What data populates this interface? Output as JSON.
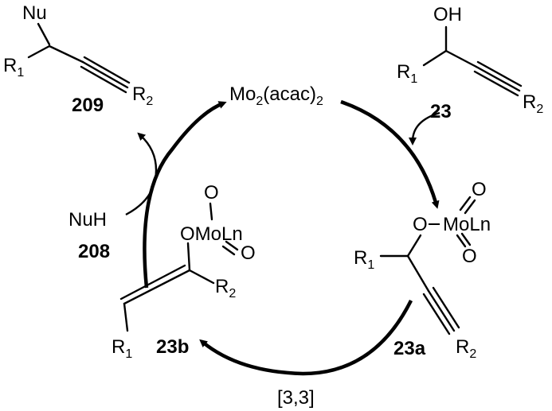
{
  "catalyst": {
    "main": "Mo",
    "sub1": "2",
    "mid": "(acac)",
    "sub2": "2"
  },
  "compounds": {
    "c209": "209",
    "c23": "23",
    "c23a": "23a",
    "c23b": "23b",
    "c208": "208"
  },
  "atoms": {
    "nu": "Nu",
    "nuh": "NuH",
    "oh": "OH",
    "o": "O",
    "mo_ln": "MoLn",
    "omo_ln": "OMoLn",
    "r": "R",
    "sub_1": "1",
    "sub_2": "2"
  },
  "rearrangement": "[3,3]"
}
